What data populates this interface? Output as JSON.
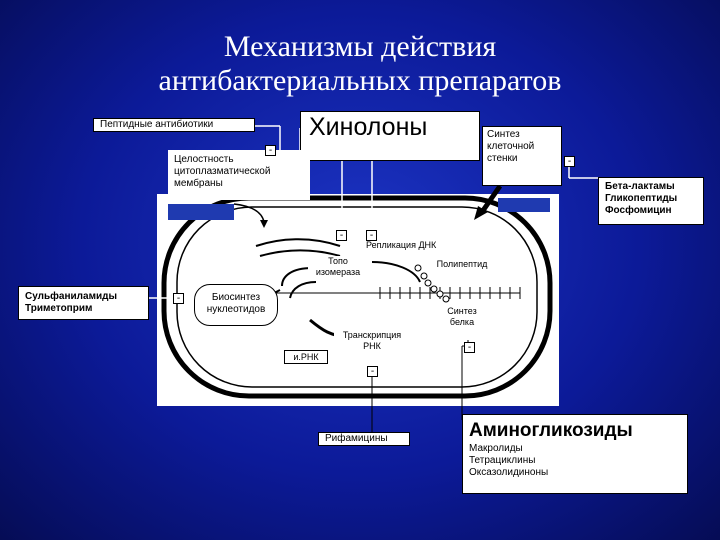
{
  "title": {
    "line1": "Механизмы действия",
    "line2": "антибактериальных препаратов"
  },
  "drug_boxes": {
    "peptide_antibiotics": "Пептидные антибиотики",
    "quinolones": "Хинолоны",
    "sulfonamides": [
      "Сульфаниламиды",
      "Триметоприм"
    ],
    "beta_lactams": [
      "Бета-лактамы",
      "Гликопептиды",
      "Фосфомицин"
    ],
    "rifamycins": "Рифамицины",
    "aminoglycosides": {
      "header": "Аминогликозиды",
      "items": [
        "Макролиды",
        "Тетрациклины",
        "Оксазолидиноны"
      ]
    }
  },
  "targets": {
    "cell_wall_synthesis": [
      "Синтез",
      "клеточной",
      "стенки"
    ],
    "membrane_integrity": [
      "Целостность",
      "цитоплазматической",
      "мембраны"
    ],
    "dna_replication": "Репликация ДНК",
    "topoisomerase": [
      "Топо",
      "изомераза"
    ],
    "polypeptide": "Полипептид",
    "nucleotide_biosynthesis": [
      "Биосинтез",
      "нуклеотидов"
    ],
    "protein_synthesis": [
      "Синтез",
      "белка"
    ],
    "transcription": [
      "Транскрипция",
      "РНК"
    ],
    "mrna": "и.РНК"
  },
  "inhibition_sign": "-",
  "colors": {
    "background": "#0c1a98",
    "box_fill": "#ffffff",
    "membrane": "#000000",
    "accent_bar": "#1f3ab0"
  }
}
